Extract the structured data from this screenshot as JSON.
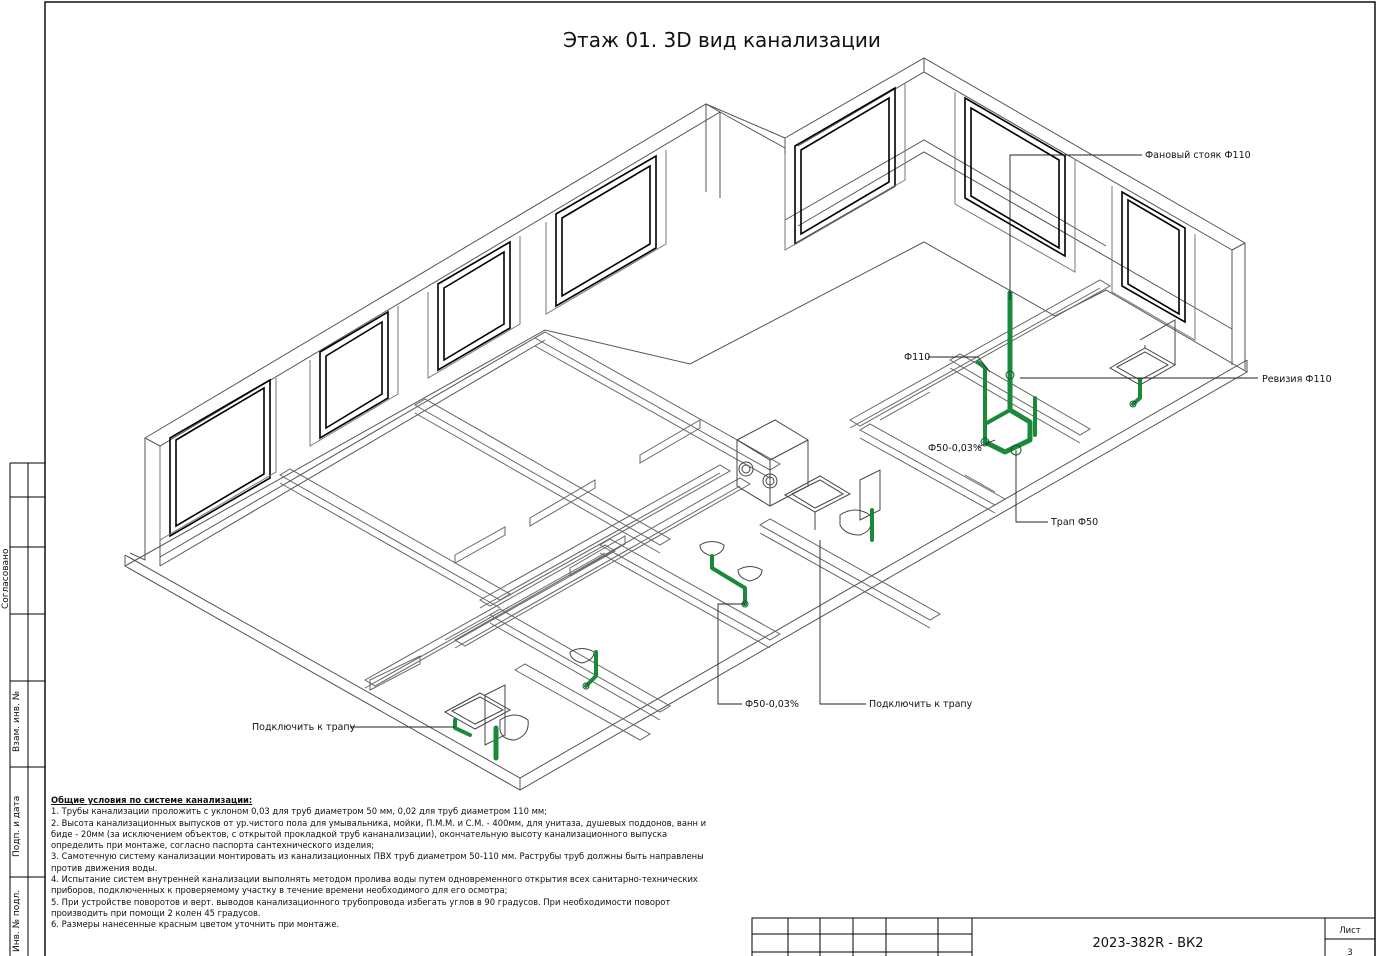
{
  "sheet": {
    "title": "Этаж 01. 3D вид канализации",
    "drawing_code": "2023-382R - ВК2",
    "sheet_label": "Лист",
    "sheet_number": "3"
  },
  "side_stamp": {
    "agreed": "Согласовано",
    "replaced_inv": "Взам. инв. №",
    "signature_date": "Подп. и дата",
    "inv_original": "Инв. № подл."
  },
  "annotations": {
    "vent_riser": "Фановый стояк Ф110",
    "pipe_110": "Ф110",
    "revision": "Ревизия Ф110",
    "pipe_50_slope_a": "Ф50-0,03%",
    "drain_50": "Трап Ф50",
    "connect_drain_a": "Подключить к трапу",
    "pipe_50_slope_b": "Ф50-0,03%",
    "connect_drain_b": "Подключить к трапу"
  },
  "notes": {
    "heading": "Общие условия по системе канализации:",
    "lines": [
      "1. Трубы канализации проложить с уклоном 0,03 для труб диаметром 50 мм, 0,02 для труб диаметром 110 мм;",
      "2. Высота канализационных выпусков от ур.чистого пола для умывальника, мойки, П.М.М. и С.М. - 400мм, для унитаза, душевых поддонов, ванн и",
      "биде - 20мм (за исключением объектов, с открытой прокладкой труб кананализации), окончательную высоту канализационного выпуска",
      "определить при монтаже, согласно паспорта сантехнического изделия;",
      "3. Самотечную систему канализации монтировать из канализационных ПВХ труб диаметром 50-110 мм. Раструбы труб должны быть направлены",
      "против движения воды.",
      "4. Испытание систем внутренней канализации выполнять методом пролива воды путем одновременного открытия всех санитарно-технических",
      "приборов, подключенных к проверяемому участку в течение времени необходимого для его осмотра;",
      "5. При устройстве поворотов и верт. выводов канализационного трубопровода избегать углов в 90 градусов. При необходимости поворот",
      "производить при помощи 2 колен 45 градусов.",
      "6. Размеры нанесенные красным цветом уточнить при монтаже."
    ]
  },
  "colors": {
    "pipe": "#1a8a3a",
    "pipe_dark": "#0f5e27",
    "line": "#333333",
    "frame": "#000000"
  }
}
